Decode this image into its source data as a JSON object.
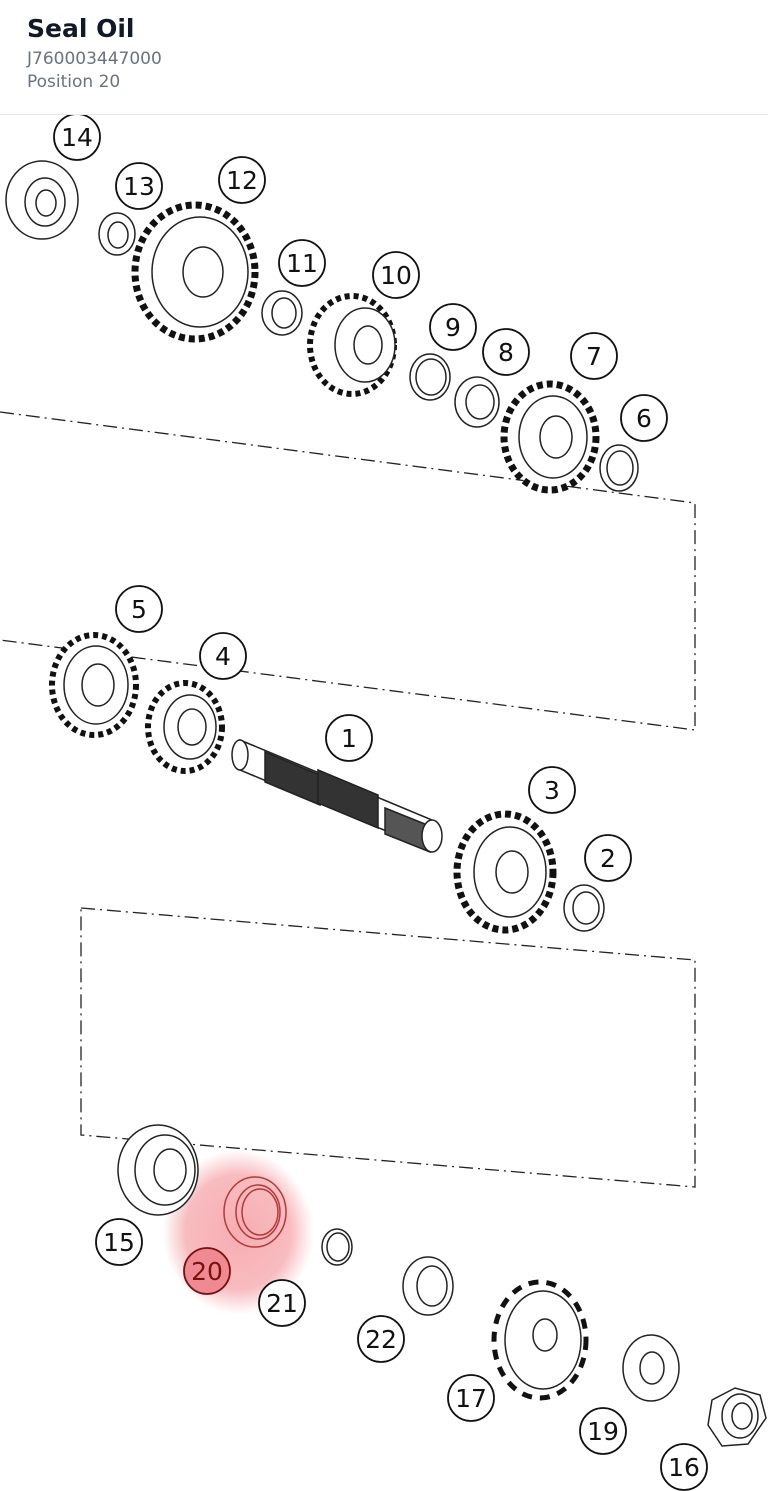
{
  "header": {
    "title": "Seal Oil",
    "part_number": "J760003447000",
    "position": "Position 20"
  },
  "highlight": {
    "callout": "20",
    "color": "#f0707a"
  },
  "callouts": [
    {
      "id": "14",
      "label": "14"
    },
    {
      "id": "13",
      "label": "13"
    },
    {
      "id": "12",
      "label": "12"
    },
    {
      "id": "11",
      "label": "11"
    },
    {
      "id": "10",
      "label": "10"
    },
    {
      "id": "9",
      "label": "9"
    },
    {
      "id": "8",
      "label": "8"
    },
    {
      "id": "7",
      "label": "7"
    },
    {
      "id": "6",
      "label": "6"
    },
    {
      "id": "5",
      "label": "5"
    },
    {
      "id": "4",
      "label": "4"
    },
    {
      "id": "1",
      "label": "1"
    },
    {
      "id": "3",
      "label": "3"
    },
    {
      "id": "2",
      "label": "2"
    },
    {
      "id": "15",
      "label": "15"
    },
    {
      "id": "20",
      "label": "20"
    },
    {
      "id": "21",
      "label": "21"
    },
    {
      "id": "22",
      "label": "22"
    },
    {
      "id": "17",
      "label": "17"
    },
    {
      "id": "19",
      "label": "19"
    },
    {
      "id": "16",
      "label": "16"
    }
  ]
}
